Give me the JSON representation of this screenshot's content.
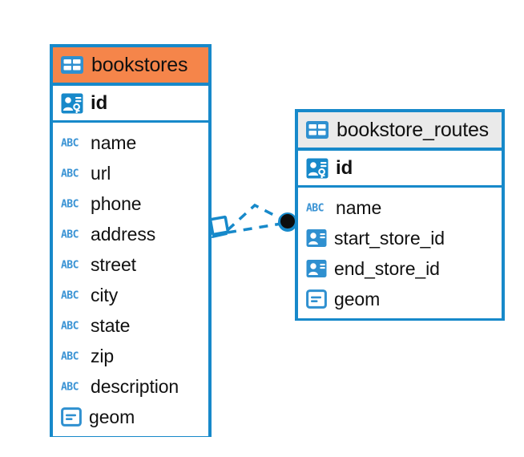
{
  "diagram": {
    "type": "entity-relationship-diagram",
    "background": "#ffffff",
    "accent_blue": "#1789ca",
    "accent_orange": "#f5854a",
    "header_gray": "#eaeaea",
    "text_color": "#111111"
  },
  "entities": [
    {
      "name": "bookstores",
      "title": "bookstores",
      "header_color": "#f5854a",
      "title_icon": "table-icon",
      "primary_key": {
        "label": "id",
        "icon": "primary-key-icon"
      },
      "fields": [
        {
          "label": "name",
          "icon": "abc-text-icon"
        },
        {
          "label": "url",
          "icon": "abc-text-icon"
        },
        {
          "label": "phone",
          "icon": "abc-text-icon"
        },
        {
          "label": "address",
          "icon": "abc-text-icon"
        },
        {
          "label": "street",
          "icon": "abc-text-icon"
        },
        {
          "label": "city",
          "icon": "abc-text-icon"
        },
        {
          "label": "state",
          "icon": "abc-text-icon"
        },
        {
          "label": "zip",
          "icon": "abc-text-icon"
        },
        {
          "label": "description",
          "icon": "abc-text-icon"
        },
        {
          "label": "geom",
          "icon": "geometry-icon"
        }
      ]
    },
    {
      "name": "bookstore_routes",
      "title": "bookstore_routes",
      "header_color": "#eaeaea",
      "title_icon": "table-icon",
      "primary_key": {
        "label": "id",
        "icon": "primary-key-icon"
      },
      "fields": [
        {
          "label": "name",
          "icon": "abc-text-icon"
        },
        {
          "label": "start_store_id",
          "icon": "foreign-key-icon"
        },
        {
          "label": "end_store_id",
          "icon": "foreign-key-icon"
        },
        {
          "label": "geom",
          "icon": "geometry-icon"
        }
      ]
    }
  ],
  "relationship": {
    "style": "dashed",
    "color": "#1789ca",
    "source_marker": "diamond-crowsfoot-marker",
    "target_marker": "filled-circle-marker",
    "branches": 2
  }
}
